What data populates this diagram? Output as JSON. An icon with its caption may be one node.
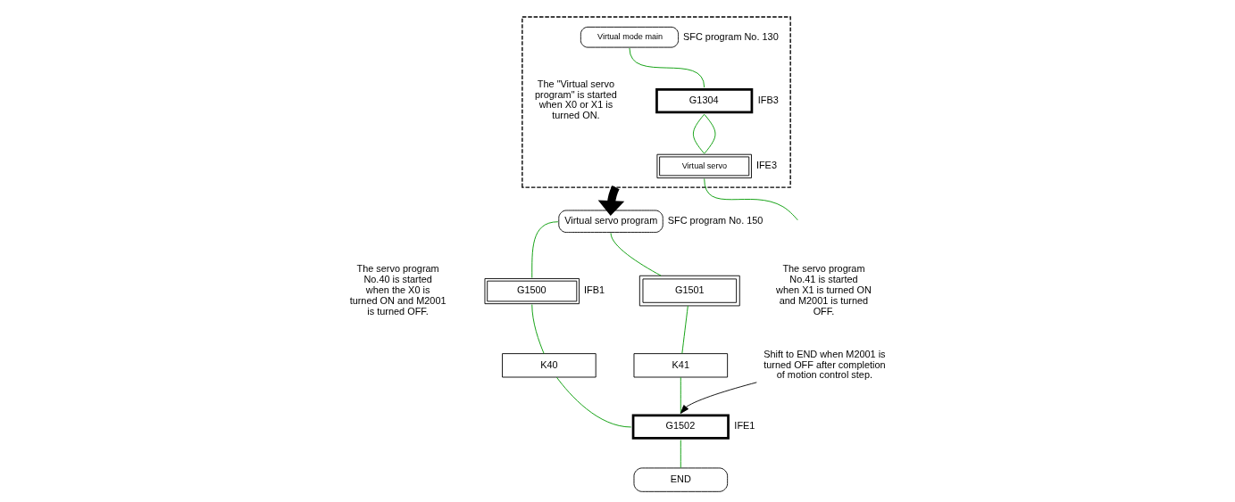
{
  "diagram": {
    "nodes": [
      {
        "text": [],
        "shape": "box"
      },
      {
        "text": [
          "Virtual mode main"
        ],
        "in": 0,
        "beside": [
          "SFC program No. 130"
        ]
      },
      {
        "text": [
          "G1304"
        ],
        "in": 0,
        "beside": [
          "IFB3"
        ]
      },
      {
        "text": [
          "Virtual servo"
        ],
        "in": 0,
        "beside": [
          "IFE3"
        ]
      },
      {
        "text": [
          "Virtual servo program"
        ],
        "beside": [
          "SFC program No. 150"
        ]
      },
      {
        "text": [
          "G1500"
        ],
        "beside": [
          "IFB1"
        ]
      },
      {
        "text": [
          "G1501"
        ]
      },
      {
        "text": [
          "K40"
        ]
      },
      {
        "text": [
          "K41"
        ]
      },
      {
        "text": [
          "G1502"
        ],
        "beside": [
          "IFE1"
        ]
      },
      {
        "text": [
          "END"
        ]
      },
      {
        "text": [
          "Shift to END when M2001 is turned OFF after completion of motion control step."
        ]
      }
    ],
    "edges": [
      {
        "from": 1,
        "to": 2,
        "arrow": "none"
      },
      {
        "from": 2,
        "to": 3,
        "arrow": "none"
      },
      {
        "from": 2,
        "to": 3,
        "arrow": "none"
      },
      {
        "from": 3,
        "to": null,
        "arrow": "none"
      },
      {
        "from": 0,
        "to": 4,
        "arrow": "to",
        "style": "thick",
        "color": "#000000"
      },
      {
        "from": 4,
        "to": 5,
        "arrow": "none"
      },
      {
        "from": 4,
        "to": 6,
        "arrow": "none"
      },
      {
        "from": 5,
        "to": 7,
        "arrow": "none"
      },
      {
        "from": 6,
        "to": 8,
        "arrow": "none"
      },
      {
        "from": 7,
        "to": 9,
        "arrow": "none"
      },
      {
        "from": 8,
        "to": 9,
        "arrow": "none"
      },
      {
        "from": 9,
        "to": 10,
        "arrow": "none"
      },
      {
        "from": 11,
        "to": 9,
        "arrow": "to",
        "color": "#000000"
      }
    ],
    "labels": [
      "The \"Virtual servo program\" is started when X0 or X1 is turned ON.",
      "The servo program No.40 is started when the X0 is turned ON and M2001 is turned OFF.",
      "The servo program No.41 is started when X1 is turned ON and M2001 is turned OFF."
    ]
  }
}
